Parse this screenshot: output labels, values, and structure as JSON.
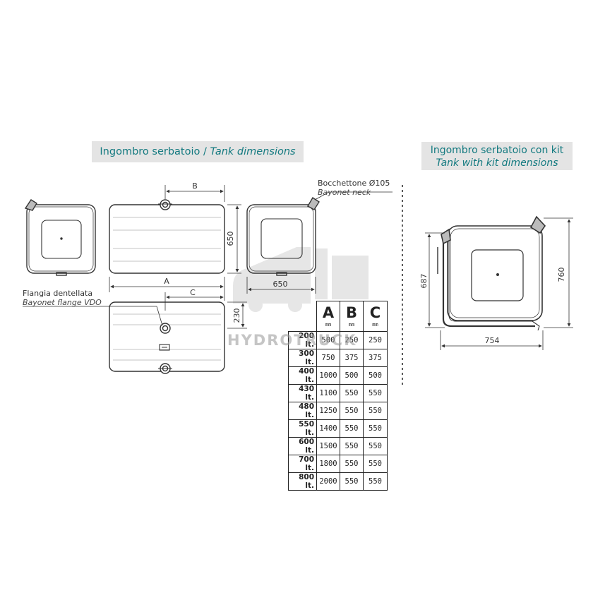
{
  "titles": {
    "tank": {
      "main": "Ingombro serbatoio",
      "sep": " / ",
      "italic": "Tank dimensions"
    },
    "kit": {
      "main": "Ingombro serbatoio con kit",
      "italic": "Tank with kit dimensions"
    }
  },
  "labels": {
    "bayonet_neck_it": "Bocchettone Ø105",
    "bayonet_neck_en": "Bayonet neck",
    "flange_it": "Flangia dentellata",
    "flange_en": "Bayonet flange VDO",
    "dim_a": "A",
    "dim_b": "B",
    "dim_c": "C",
    "dim_650_h": "650",
    "dim_650_w": "650",
    "dim_230": "230",
    "kit_height_left": "687",
    "kit_height_right": "760",
    "kit_width": "754"
  },
  "watermark": "HYDROTRUCK",
  "table": {
    "headers": [
      "A",
      "B",
      "C"
    ],
    "unit": "mm",
    "rows": [
      {
        "capacity": "200 lt.",
        "a": "500",
        "b": "250",
        "c": "250"
      },
      {
        "capacity": "300 lt.",
        "a": "750",
        "b": "375",
        "c": "375"
      },
      {
        "capacity": "400 lt.",
        "a": "1000",
        "b": "500",
        "c": "500"
      },
      {
        "capacity": "430 lt.",
        "a": "1100",
        "b": "550",
        "c": "550"
      },
      {
        "capacity": "480 lt.",
        "a": "1250",
        "b": "550",
        "c": "550"
      },
      {
        "capacity": "550 lt.",
        "a": "1400",
        "b": "550",
        "c": "550"
      },
      {
        "capacity": "600 lt.",
        "a": "1500",
        "b": "550",
        "c": "550"
      },
      {
        "capacity": "700 lt.",
        "a": "1800",
        "b": "550",
        "c": "550"
      },
      {
        "capacity": "800 lt.",
        "a": "2000",
        "b": "550",
        "c": "550"
      }
    ]
  },
  "colors": {
    "title_text": "#147a80",
    "title_bg": "#e4e4e4"
  }
}
